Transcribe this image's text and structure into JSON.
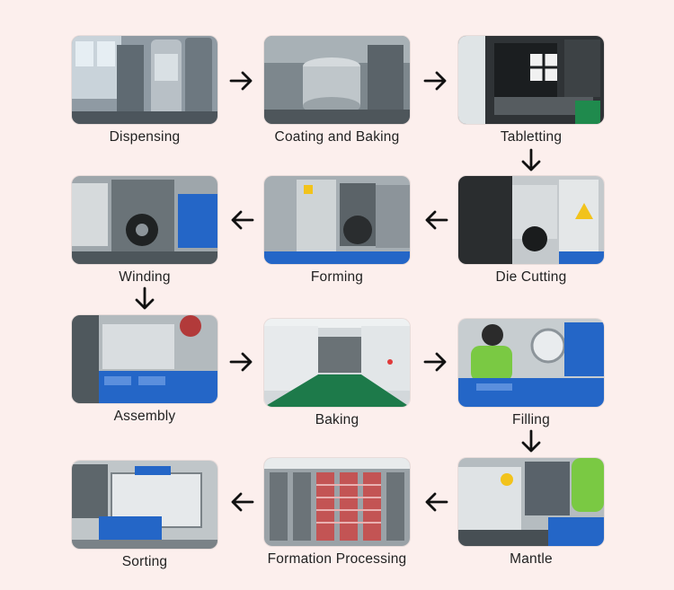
{
  "background": "#fcefed",
  "steps": [
    {
      "label": "Dispensing"
    },
    {
      "label": "Coating and Baking"
    },
    {
      "label": "Tabletting"
    },
    {
      "label": "Die Cutting"
    },
    {
      "label": "Forming"
    },
    {
      "label": "Winding"
    },
    {
      "label": "Assembly"
    },
    {
      "label": "Baking"
    },
    {
      "label": "Filling"
    },
    {
      "label": "Mantle"
    },
    {
      "label": "Formation Processing"
    },
    {
      "label": "Sorting"
    }
  ],
  "arrows": [
    {
      "direction": "right"
    },
    {
      "direction": "right"
    },
    {
      "direction": "down"
    },
    {
      "direction": "left"
    },
    {
      "direction": "left"
    },
    {
      "direction": "down"
    },
    {
      "direction": "right"
    },
    {
      "direction": "right"
    },
    {
      "direction": "down"
    },
    {
      "direction": "left"
    },
    {
      "direction": "left"
    }
  ],
  "icons": [
    "arrow-right-icon",
    "arrow-left-icon",
    "arrow-down-icon"
  ]
}
